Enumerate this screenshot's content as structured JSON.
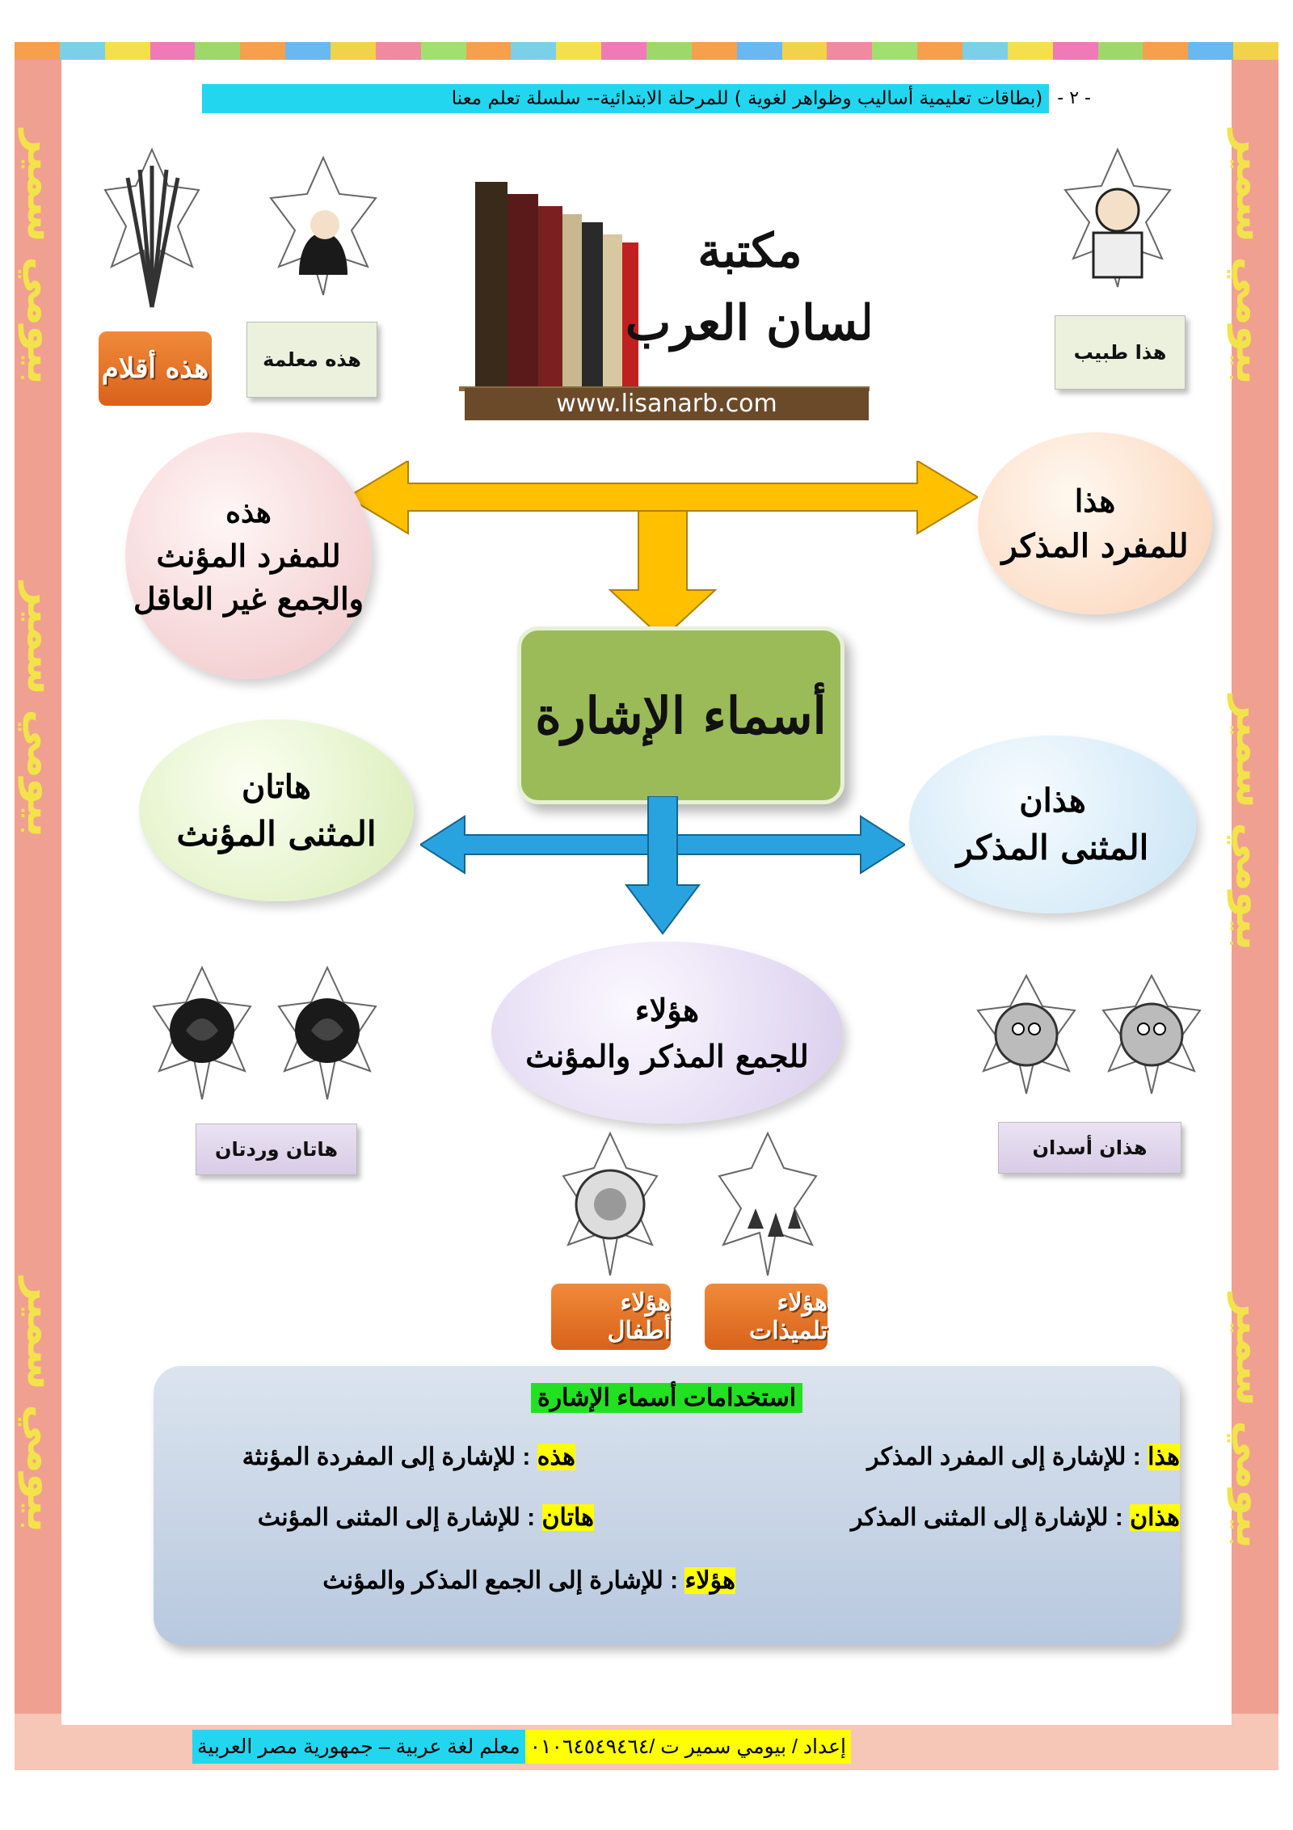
{
  "header": {
    "page_number": "- ٢ -",
    "title": "(بطاقات تعليمية أساليب وظواهر لغوية ) للمرحلة الابتدائية-- سلسلة تعلم معنا"
  },
  "side_watermark": "بيومي سمير",
  "logo": {
    "name_line1": "مكتبة",
    "name_line2": "لسان العرب",
    "url": "www.lisanarb.com"
  },
  "labels": {
    "doctor": "هذا طبيب",
    "teacher": "هذه معلمة",
    "pens": "هذه أقلام",
    "lions": "هذان أسدان",
    "roses": "هاتان وردتان",
    "girls": "هؤلاء تلميذات",
    "children": "هؤلاء أطفال"
  },
  "center": {
    "title": "أسماء الإشارة"
  },
  "bubbles": {
    "hadha": {
      "word": "هذا",
      "desc": "للمفرد المذكر"
    },
    "hadhihi": {
      "word": "هذه",
      "desc1": "للمفرد المؤنث",
      "desc2": "والجمع غير العاقل"
    },
    "hadhan": {
      "word": "هذان",
      "desc": "المثنى المذكر"
    },
    "hatan": {
      "word": "هاتان",
      "desc": "المثنى المؤنث"
    },
    "haulai": {
      "word": "هؤلاء",
      "desc": "للجمع المذكر والمؤنث"
    }
  },
  "uses": {
    "title": "استخدامات أسماء الإشارة",
    "rows": [
      {
        "word": "هذا",
        "text": ":  للإشارة إلى المفرد المذكر"
      },
      {
        "word": "هذه",
        "text": ": للإشارة إلى المفردة المؤنثة"
      },
      {
        "word": "هذان",
        "text": ":  للإشارة إلى المثنى المذكر"
      },
      {
        "word": "هاتان",
        "text": ": للإشارة إلى المثنى المؤنث"
      },
      {
        "word": "هؤلاء",
        "text": ":  للإشارة  إلى الجمع المذكر والمؤنث"
      }
    ]
  },
  "footer": {
    "author": "إعداد / بيومي سمير  ت /٠١٠٦٤٥٤٩٤٦٤",
    "role": "معلم لغة عربية – جمهورية مصر العربية"
  },
  "colors": {
    "rainbow": [
      "#f6a04d",
      "#7bd0e8",
      "#f4e04a",
      "#f07ab8",
      "#9fd86a",
      "#f6a04d",
      "#6ab8f0",
      "#f2d24a",
      "#f08aa0",
      "#a0e070",
      "#f6a04d",
      "#7bd0e8",
      "#f4e04a",
      "#f07ab8",
      "#9fd86a",
      "#f6a04d",
      "#6ab8f0",
      "#f2d24a",
      "#f08aa0",
      "#a0e070",
      "#f6a04d",
      "#7bd0e8",
      "#f4e04a",
      "#f07ab8",
      "#9fd86a",
      "#f6a04d",
      "#6ab8f0",
      "#f2d24a"
    ],
    "border": "#f0a090",
    "center_box": "#9bbb59",
    "yellow_arrow": "#ffc000",
    "blue_arrow": "#29a3e0"
  }
}
